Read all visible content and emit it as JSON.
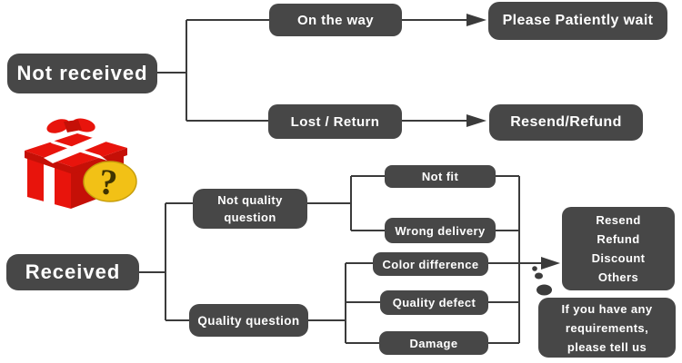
{
  "flowchart": {
    "colors": {
      "background": "#ffffff",
      "node_bg": "#474747",
      "node_text": "#ffffff",
      "line": "#3b3b3b",
      "gift_red": "#e8140c",
      "gift_red_dark": "#c51007",
      "gift_yellow": "#f2c116",
      "gift_yellow_edge": "#c79e0b",
      "gift_question": "#403400"
    },
    "gift_icon": {
      "name": "gift-with-question-mark-icon",
      "glyph": "?"
    },
    "nodes": {
      "not_received": "Not received",
      "on_the_way": "On the way",
      "please_wait": "Please Patiently wait",
      "lost_return": "Lost / Return",
      "resend_refund": "Resend/Refund",
      "received": "Received",
      "not_quality_question": {
        "lines": [
          "Not quality",
          "question"
        ]
      },
      "quality_question": "Quality question",
      "not_fit": "Not fit",
      "wrong_delivery": "Wrong delivery",
      "color_difference": "Color difference",
      "quality_defect": "Quality defect",
      "damage": "Damage",
      "outcomes": {
        "lines": [
          "Resend",
          "Refund",
          "Discount",
          "Others"
        ]
      },
      "requirements": {
        "lines": [
          "If you have any",
          "requirements,",
          "please tell us"
        ]
      }
    }
  }
}
